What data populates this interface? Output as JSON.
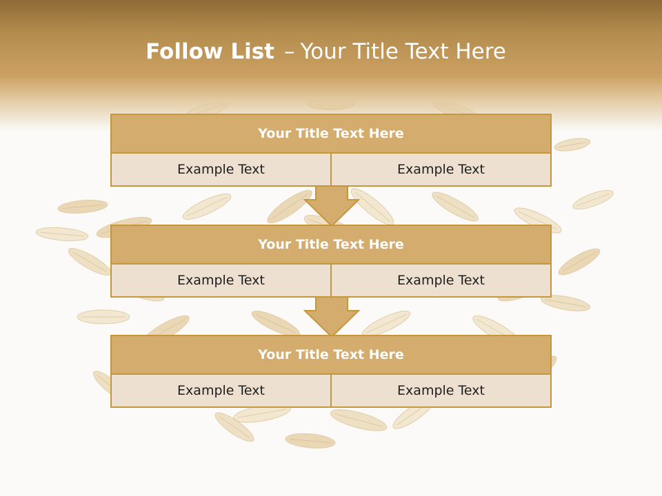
{
  "slide": {
    "title_bold": "Follow List",
    "title_dash": "–",
    "title_rest": "Your Title Text Here"
  },
  "blocks": [
    {
      "title": "Your Title Text Here",
      "cells": [
        "Example Text",
        "Example Text"
      ]
    },
    {
      "title": "Your Title Text Here",
      "cells": [
        "Example Text",
        "Example Text"
      ]
    },
    {
      "title": "Your Title Text Here",
      "cells": [
        "Example Text",
        "Example Text"
      ]
    }
  ],
  "colors": {
    "header_dark": "#8e6b36",
    "header_light": "#cca061",
    "title_fill": "#d4ac6e",
    "cell_fill": "#ede0d1",
    "border": "#c6963d"
  }
}
